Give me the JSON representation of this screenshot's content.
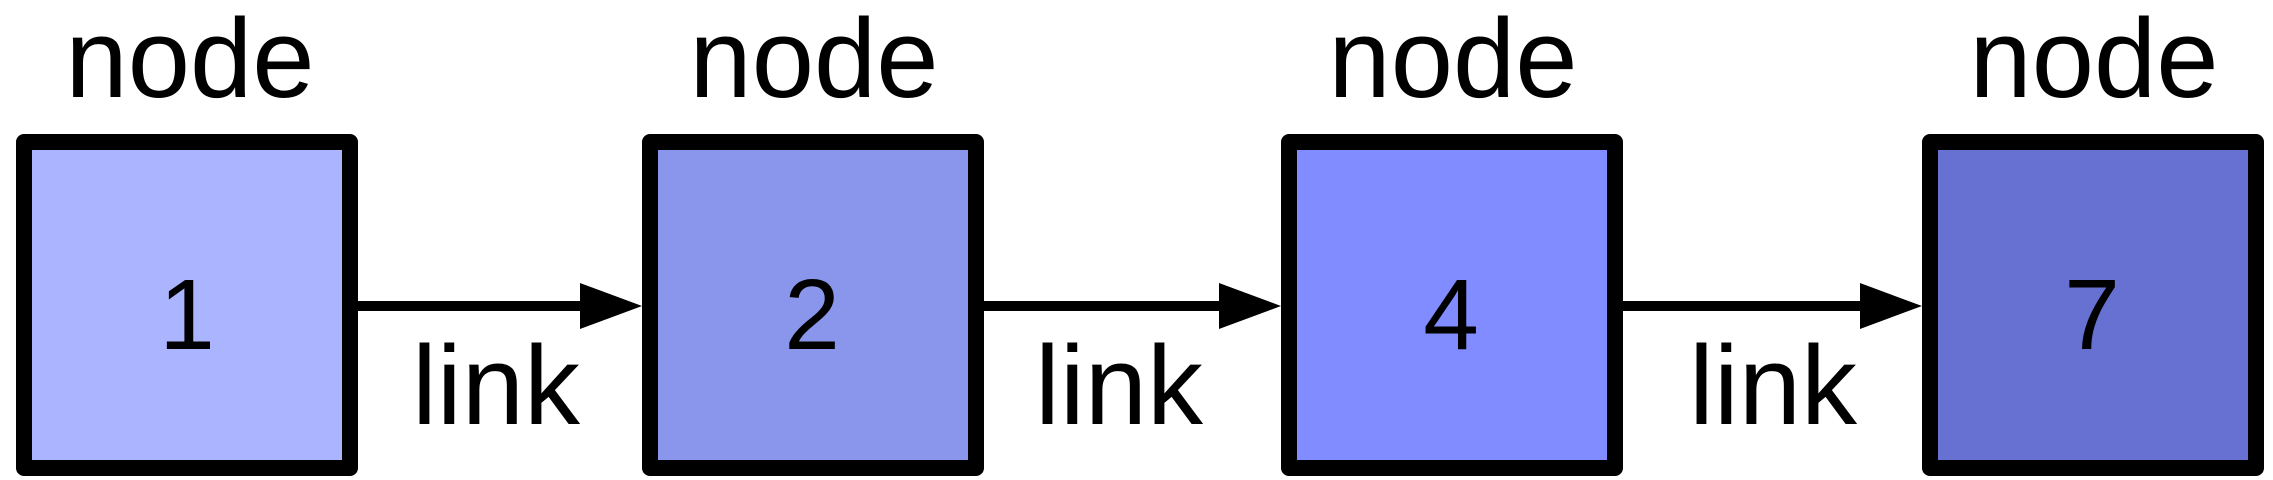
{
  "diagram": {
    "nodes": [
      {
        "label": "node",
        "value": "1",
        "color": "#abb4ff"
      },
      {
        "label": "node",
        "value": "2",
        "color": "#8a96ec"
      },
      {
        "label": "node",
        "value": "4",
        "color": "#808cff"
      },
      {
        "label": "node",
        "value": "7",
        "color": "#6771d2"
      }
    ],
    "links": [
      {
        "label": "link"
      },
      {
        "label": "link"
      },
      {
        "label": "link"
      }
    ]
  }
}
